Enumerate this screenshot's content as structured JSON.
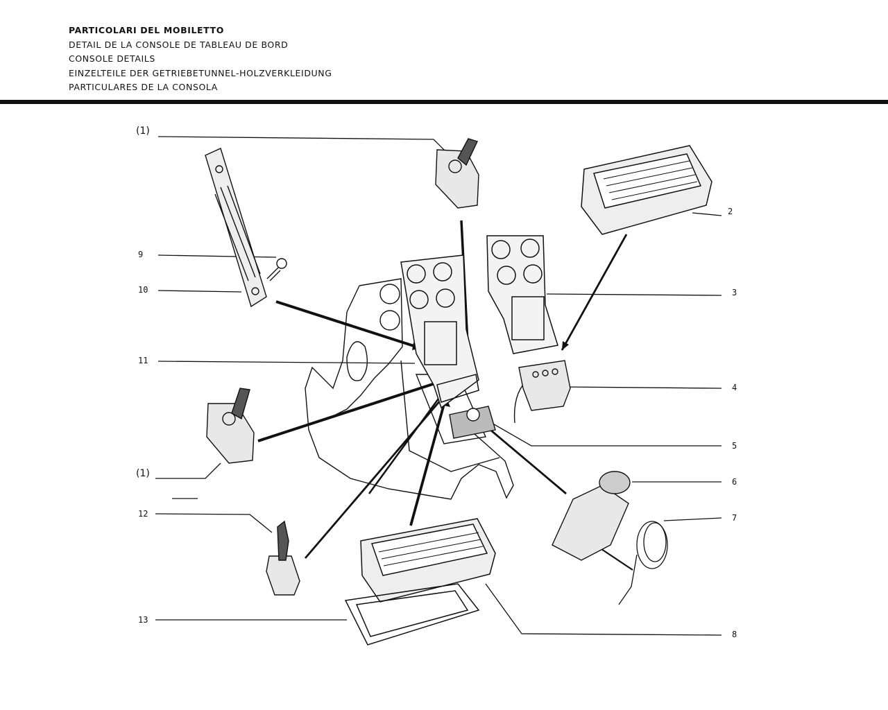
{
  "header": {
    "lines": [
      "PARTICOLARI DEL MOBILETTO",
      "DETAIL DE LA CONSOLE DE TABLEAU DE BORD",
      "CONSOLE DETAILS",
      "EINZELTEILE DER GETRIEBETUNNEL-HOLZVERKLEIDUNG",
      "PARTICULARES DE LA CONSOLA"
    ]
  },
  "callouts": {
    "top_left_switch": "(1)",
    "mid_left_switch": "(1)",
    "c2": "2",
    "c3": "3",
    "c4": "4",
    "c5": "5",
    "c6": "6",
    "c7": "7",
    "c8": "8",
    "c9": "9",
    "c10": "10",
    "c11": "11",
    "c12": "12",
    "c13": "13"
  }
}
